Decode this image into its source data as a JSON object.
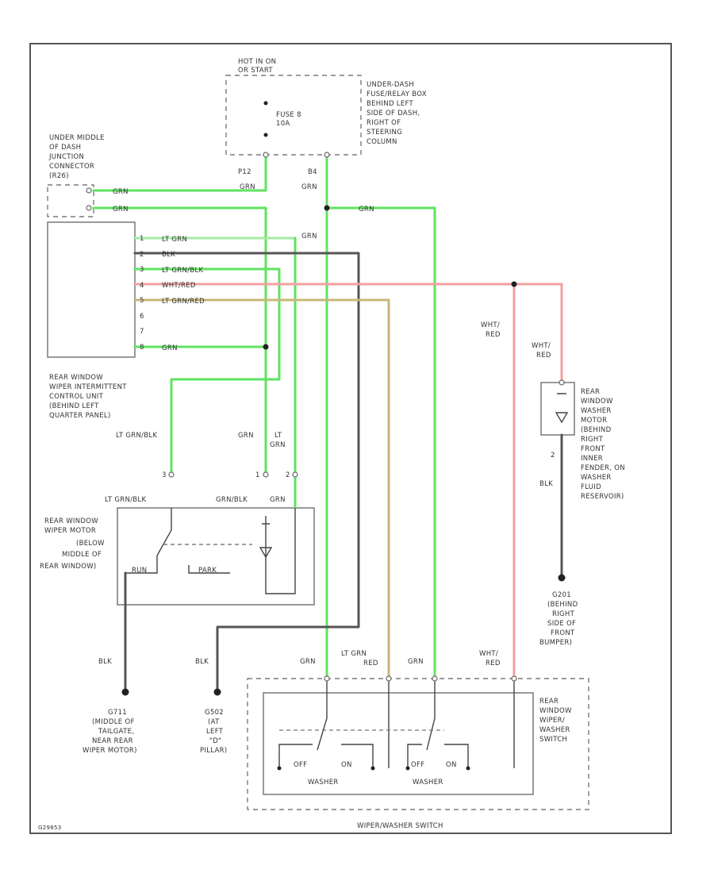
{
  "colors": {
    "grn": "#5fe35f",
    "blk": "#555555",
    "wht_red": "#f2a0a0",
    "lt_grn_red": "#c9b77a",
    "lt_grn_blk": "#4f8f63",
    "lt_grn": "#a6e9a6",
    "lt_grn_red2": "#98a27a",
    "frame": "#555555"
  },
  "labels": {
    "hot_in_on": "HOT IN ON",
    "or_start": "OR START",
    "under_dash_box": [
      "UNDER-DASH",
      "FUSE/RELAY BOX",
      "BEHIND LEFT",
      "SIDE OF DASH,",
      "RIGHT OF",
      "STEERING",
      "COLUMN"
    ],
    "fuse": [
      "FUSE 8",
      "10A"
    ],
    "p12": "P12",
    "b4": "B4",
    "grn": "GRN",
    "junction": [
      "UNDER MIDDLE",
      "OF DASH",
      "JUNCTION",
      "CONNECTOR",
      "(R26)"
    ],
    "wire_lt_grn": "LT GRN",
    "wire_blk": "BLK",
    "wire_lt_grn_blk": "LT GRN/BLK",
    "wire_wht_red": "WHT/RED",
    "wire_lt_grn_red": "LT GRN/RED",
    "pins": [
      "1",
      "2",
      "3",
      "4",
      "5",
      "6",
      "7",
      "8"
    ],
    "intermittent_unit": [
      "REAR WINDOW",
      "WIPER INTERMITTENT",
      "CONTROL UNIT",
      "(BEHIND LEFT",
      "QUARTER PANEL)"
    ],
    "wht_red_a": [
      "WHT/",
      "RED"
    ],
    "wht_red_b": [
      "WHT/",
      "RED"
    ],
    "washer_motor": [
      "REAR",
      "WINDOW",
      "WASHER",
      "MOTOR",
      "(BEHIND",
      "RIGHT",
      "FRONT",
      "INNER",
      "FENDER, ON",
      "WASHER",
      "FLUID",
      "RESERVOIR)"
    ],
    "lt_grn_blk_left": "LT GRN/BLK",
    "grn_mid": "GRN",
    "lt_grn_stack": [
      "LT",
      "GRN"
    ],
    "blk": "BLK",
    "g201": [
      "G201",
      "(BEHIND",
      "RIGHT",
      "SIDE OF",
      "FRONT",
      "BUMPER)"
    ],
    "wiper_motor_top": [
      "LT GRN/BLK",
      "GRN/BLK",
      "GRN"
    ],
    "wiper_motor": [
      "REAR WINDOW",
      "WIPER MOTOR",
      "(BELOW",
      "MIDDLE OF",
      "REAR WINDOW)"
    ],
    "run": "RUN",
    "park": "PARK",
    "g711": [
      "G711",
      "(MIDDLE OF",
      "TAILGATE,",
      "NEAR REAR",
      "WIPER MOTOR)"
    ],
    "g502": [
      "G502",
      "(AT",
      "LEFT",
      "\"D\"",
      "PILLAR)"
    ],
    "bottom_wires": [
      "GRN",
      "LT GRN",
      "RED",
      "GRN",
      "WHT/",
      "RED"
    ],
    "switch_label": [
      "REAR",
      "WINDOW",
      "WIPER/",
      "WASHER",
      "SWITCH"
    ],
    "off_on_1": [
      "OFF",
      "ON"
    ],
    "off_on_2": [
      "OFF",
      "ON"
    ],
    "washer_1": "WASHER",
    "washer_2": "WASHER",
    "footer_combo": "WIPER/WASHER SWITCH",
    "figure_id": "G29853"
  }
}
